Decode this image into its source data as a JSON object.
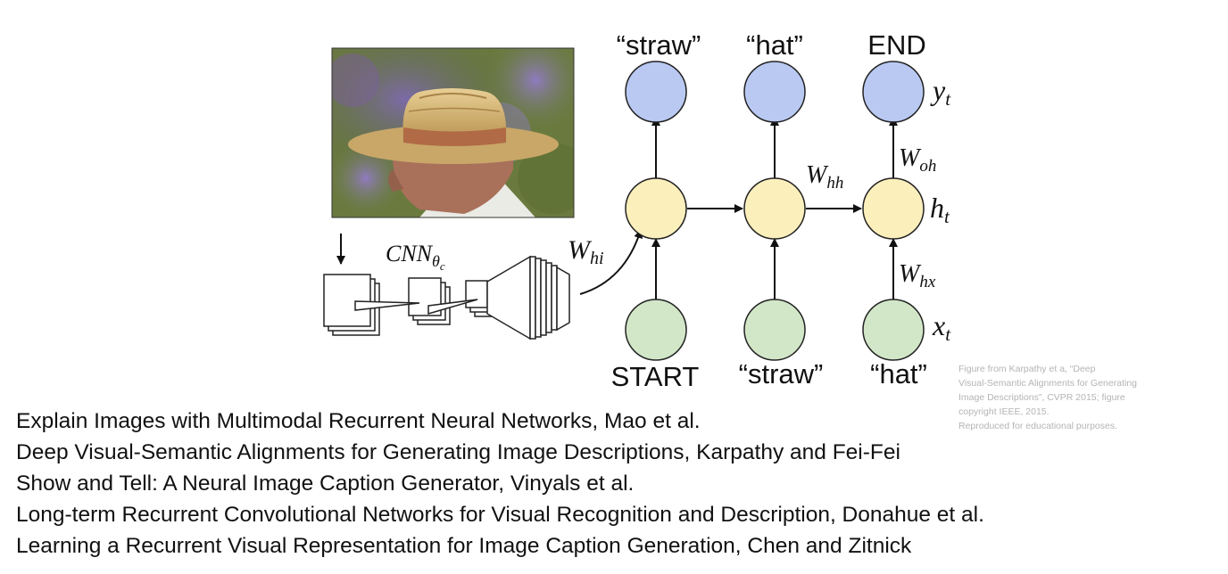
{
  "diagram": {
    "outputs": [
      "“straw”",
      "“hat”",
      "END"
    ],
    "inputs": [
      "START",
      "“straw”",
      "“hat”"
    ],
    "labels": {
      "y": "y",
      "y_sub": "t",
      "h": "h",
      "h_sub": "t",
      "x": "x",
      "x_sub": "t",
      "woh": "W",
      "woh_sub": "oh",
      "whh": "W",
      "whh_sub": "hh",
      "whx": "W",
      "whx_sub": "hx",
      "whi": "W",
      "whi_sub": "hi",
      "cnn": "CNN",
      "cnn_sub": "θ",
      "cnn_subsub": "c"
    },
    "colors": {
      "output_node": "#b9c9f2",
      "hidden_node": "#fbefbc",
      "input_node": "#d2e7c8"
    },
    "photo": "photo of man wearing straw hat"
  },
  "credit": [
    "Figure from Karpathy et a, “Deep",
    "Visual-Semantic Alignments for Generating",
    "Image Descriptions”, CVPR 2015; figure",
    "copyright IEEE, 2015.",
    "Reproduced for educational purposes."
  ],
  "references": [
    "Explain Images with Multimodal Recurrent Neural Networks, Mao et al.",
    "Deep Visual-Semantic Alignments for Generating Image Descriptions, Karpathy and Fei-Fei",
    "Show and Tell: A Neural Image Caption Generator, Vinyals et al.",
    "Long-term Recurrent Convolutional Networks for Visual Recognition and Description, Donahue et al.",
    "Learning a Recurrent Visual Representation for Image Caption Generation, Chen and Zitnick"
  ]
}
